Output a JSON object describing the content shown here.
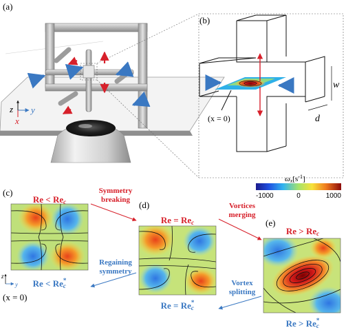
{
  "panels": {
    "a": {
      "label": "(a)"
    },
    "b": {
      "label": "(b)",
      "dim_w": "w",
      "dim_d": "d",
      "origin": "(x = 0)"
    },
    "c": {
      "label": "(c)",
      "top": "Re < Re",
      "top_sub": "c",
      "bottom": "Re < Re",
      "bottom_sub": "c",
      "bottom_sup": "*"
    },
    "d": {
      "label": "(d)",
      "top": "Re = Re",
      "top_sub": "c",
      "bottom": "Re = Re",
      "bottom_sub": "c",
      "bottom_sup": "*"
    },
    "e": {
      "label": "(e)",
      "top": "Re > Re",
      "top_sub": "c",
      "bottom": "Re > Re",
      "bottom_sub": "c",
      "bottom_sup": "*"
    }
  },
  "axes": {
    "z": "z",
    "y": "y",
    "x": "x",
    "x0": "(x = 0)"
  },
  "transitions": {
    "symmetry_breaking": [
      "Symmetry",
      "breaking"
    ],
    "vortices_merging": [
      "Vortices",
      "merging"
    ],
    "regaining_symmetry": [
      "Regaining",
      "symmetry"
    ],
    "vortex_splitting": [
      "Vortex",
      "splitting"
    ]
  },
  "colorbar": {
    "title": "ω",
    "title_sub": "x",
    "title_unit": "[s",
    "title_exp": "-1",
    "title_close": "]",
    "ticks": [
      "-1000",
      "0",
      "1000"
    ]
  },
  "colors": {
    "red": "#d7202a",
    "blue": "#3a78c2",
    "arrow_blue": "#2f6db5"
  }
}
